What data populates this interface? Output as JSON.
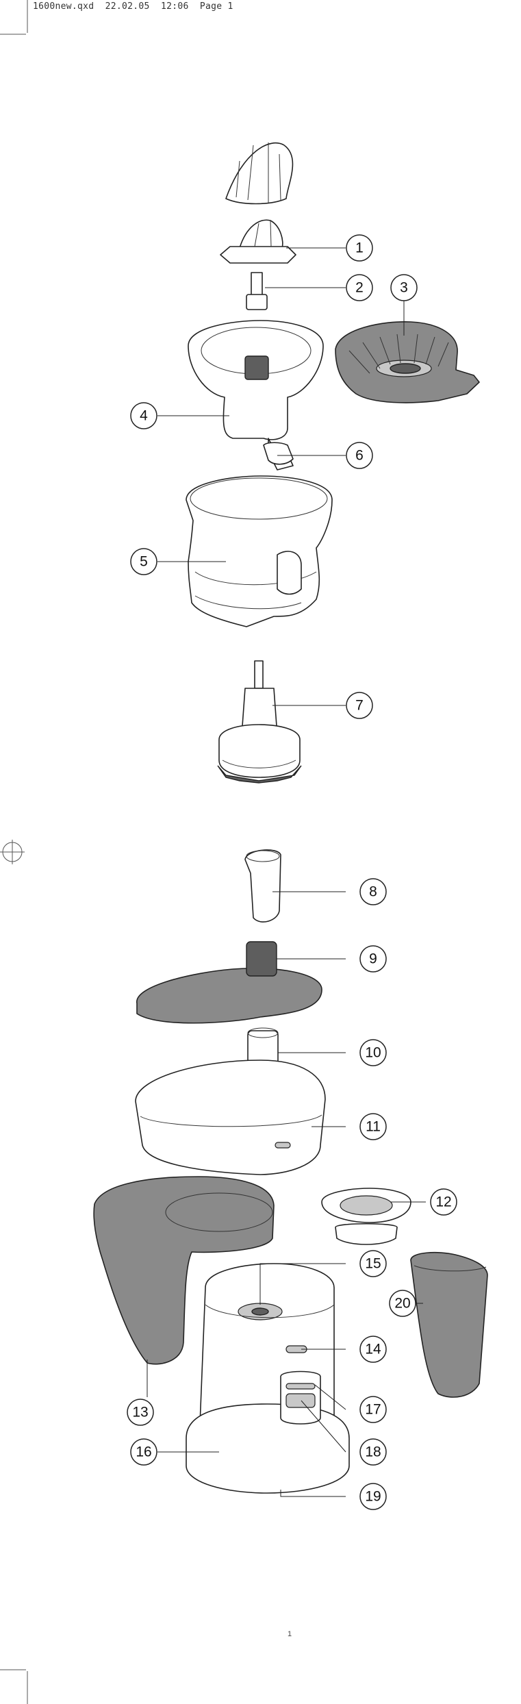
{
  "header": {
    "file": "1600new.qxd",
    "date": "22.02.05",
    "time": "12:06",
    "page": "Page 1"
  },
  "footer": {
    "page_number": "1"
  },
  "callouts": [
    {
      "label": "1"
    },
    {
      "label": "2"
    },
    {
      "label": "3"
    },
    {
      "label": "4"
    },
    {
      "label": "5"
    },
    {
      "label": "6"
    },
    {
      "label": "7"
    },
    {
      "label": "8"
    },
    {
      "label": "9"
    },
    {
      "label": "10"
    },
    {
      "label": "11"
    },
    {
      "label": "12"
    },
    {
      "label": "13"
    },
    {
      "label": "14"
    },
    {
      "label": "15"
    },
    {
      "label": "16"
    },
    {
      "label": "17"
    },
    {
      "label": "18"
    },
    {
      "label": "19"
    },
    {
      "label": "20"
    }
  ]
}
